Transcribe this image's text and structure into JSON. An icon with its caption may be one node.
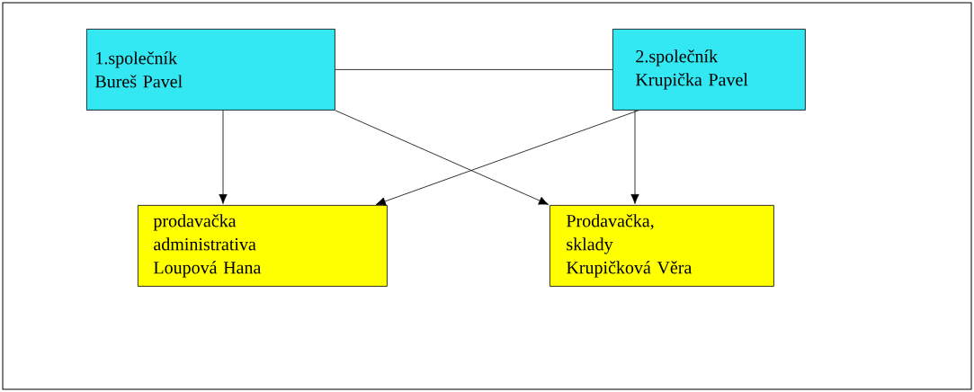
{
  "diagram": {
    "nodes": [
      {
        "text": [
          "1.společník Bureš Pavel"
        ]
      },
      {
        "text": [
          "2.společník Krupička Pavel"
        ]
      },
      {
        "text": [
          "prodavačka administrativa Loupová Hana"
        ]
      },
      {
        "text": [
          "Prodavačka, sklady",
          "Krupičková Věra"
        ]
      }
    ],
    "edges": [
      {
        "from": 0,
        "to": 1,
        "arrow": "none"
      },
      {
        "from": 0,
        "to": 2,
        "arrow": "to"
      },
      {
        "from": 0,
        "to": 3,
        "arrow": "to"
      },
      {
        "from": 1,
        "to": 2,
        "arrow": "to"
      },
      {
        "from": 1,
        "to": 3,
        "arrow": "to"
      }
    ]
  }
}
